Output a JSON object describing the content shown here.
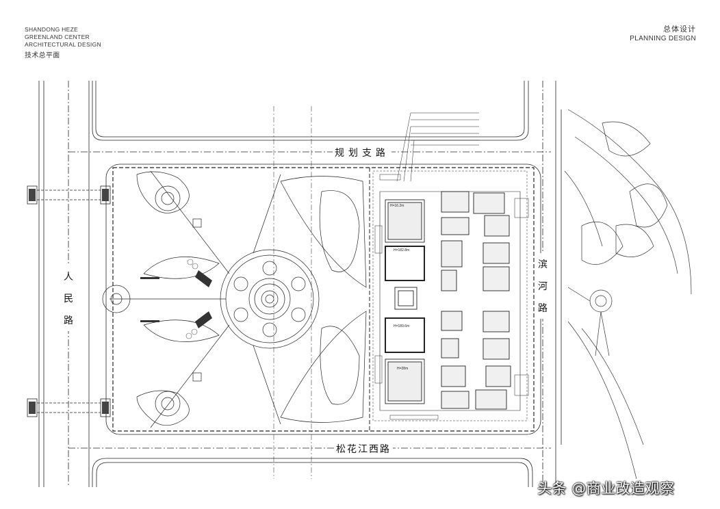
{
  "header": {
    "line1": "SHANDONG HEZE",
    "line2": "GREENLAND CENTER",
    "line3": "ARCHITECTURAL DESIGN",
    "subtitle": "技术总平面",
    "right_cn": "总体设计",
    "right_en": "PLANNING DESIGN"
  },
  "roads": {
    "north": "规划支路",
    "south": "松花江西路",
    "west": [
      "人",
      "民",
      "路"
    ],
    "east": [
      "滨",
      "河",
      "路"
    ]
  },
  "buildings": {
    "tower1": "H=16.2m",
    "tower2": "H=182.8m",
    "tower3": "H=189.6m",
    "tower4": "H=28m"
  },
  "watermark": "头条 @商业改造观察",
  "colors": {
    "line": "#222222",
    "background": "#ffffff"
  }
}
